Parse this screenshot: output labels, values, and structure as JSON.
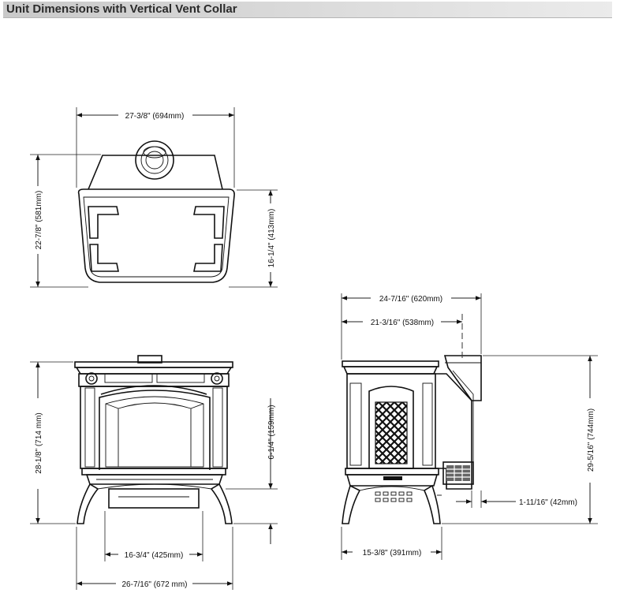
{
  "header": {
    "title": "Unit Dimensions with Vertical Vent Collar"
  },
  "top_view": {
    "width_label": "27-3/8\" (694mm)",
    "depth_label": "22-7/8\" (581mm)",
    "top_depth_label": "16-1/4\" (413mm)"
  },
  "front_view": {
    "height_label": "28-1/8\" (714 mm)",
    "floor_to_opening_label": "6-1/4\" (159mm)",
    "leg_span_label": "16-3/4\" (425mm)",
    "overall_width_label": "26-7/16\" (672 mm)"
  },
  "side_view": {
    "overall_depth_label": "24-7/16\" (620mm)",
    "collar_center_label": "21-3/16\" (538mm)",
    "collar_height_label": "29-5/16\" (744mm)",
    "rear_offset_label": "1-11/16\" (42mm)",
    "leg_depth_label": "15-3/8\" (391mm)"
  }
}
